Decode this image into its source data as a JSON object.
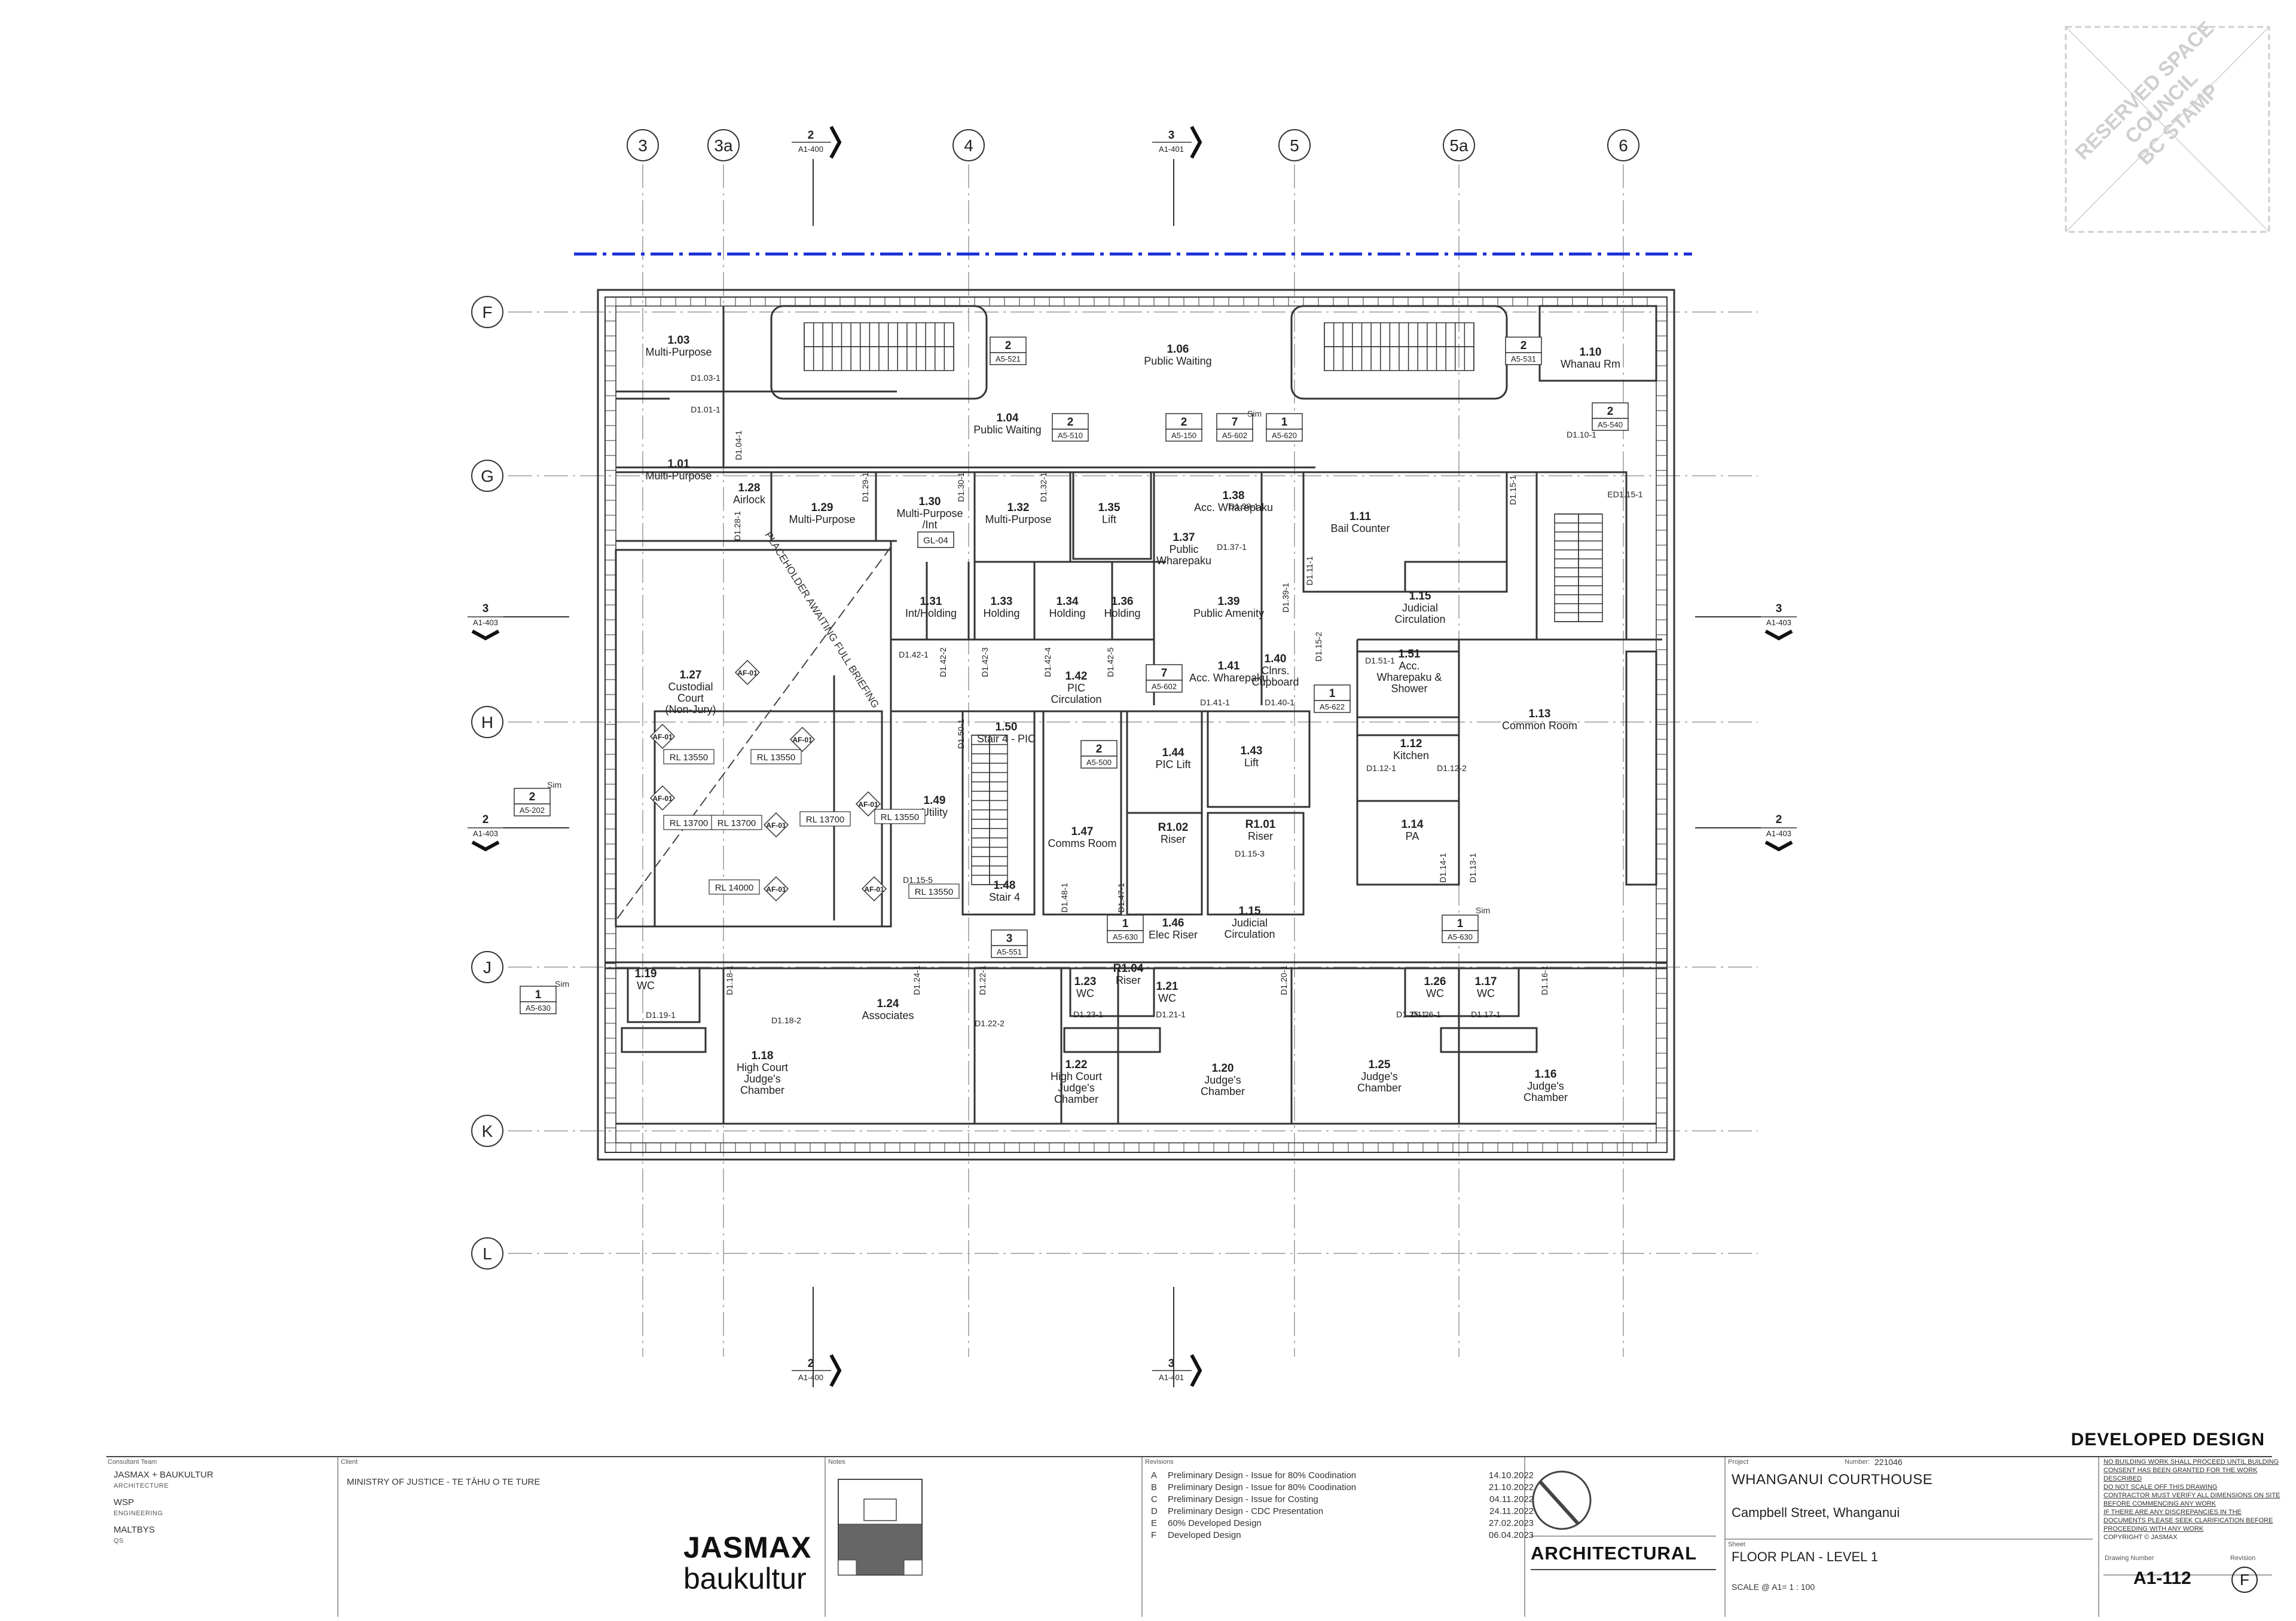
{
  "grid": {
    "columns": [
      "3",
      "3a",
      "4",
      "5",
      "5a",
      "6"
    ],
    "rows": [
      "F",
      "G",
      "H",
      "J",
      "K",
      "L"
    ]
  },
  "section_markers": {
    "top": [
      {
        "num": "2",
        "ref": "A1-400"
      },
      {
        "num": "3",
        "ref": "A1-401"
      }
    ],
    "bottom": [
      {
        "num": "2",
        "ref": "A1-400"
      },
      {
        "num": "3",
        "ref": "A1-401"
      }
    ],
    "left": [
      {
        "num": "3",
        "ref": "A1-403"
      },
      {
        "num": "2",
        "ref": "A1-403"
      }
    ],
    "right": [
      {
        "num": "3",
        "ref": "A1-403"
      },
      {
        "num": "2",
        "ref": "A1-403"
      }
    ]
  },
  "rooms": [
    {
      "num": "1.03",
      "name": "Multi-Purpose"
    },
    {
      "num": "1.06",
      "name": "Public Waiting"
    },
    {
      "num": "1.10",
      "name": "Whanau Rm"
    },
    {
      "num": "1.04",
      "name": "Public Waiting"
    },
    {
      "num": "1.01",
      "name": "Multi-Purpose"
    },
    {
      "num": "1.28",
      "name": "Airlock"
    },
    {
      "num": "1.29",
      "name": "Multi-Purpose"
    },
    {
      "num": "1.30",
      "name": "Multi-Purpose /Int"
    },
    {
      "num": "1.32",
      "name": "Multi-Purpose"
    },
    {
      "num": "1.35",
      "name": "Lift"
    },
    {
      "num": "1.38",
      "name": "Acc. Wharepaku"
    },
    {
      "num": "1.37",
      "name": "Public Wharepaku"
    },
    {
      "num": "1.11",
      "name": "Bail Counter"
    },
    {
      "num": "1.31",
      "name": "Int/Holding"
    },
    {
      "num": "1.33",
      "name": "Holding"
    },
    {
      "num": "1.34",
      "name": "Holding"
    },
    {
      "num": "1.36",
      "name": "Holding"
    },
    {
      "num": "1.39",
      "name": "Public Amenity"
    },
    {
      "num": "1.15",
      "name": "Judicial Circulation"
    },
    {
      "num": "1.27",
      "name": "Custodial Court (Non-Jury)"
    },
    {
      "num": "1.42",
      "name": "PIC Circulation"
    },
    {
      "num": "1.41",
      "name": "Acc. Wharepaku"
    },
    {
      "num": "1.40",
      "name": "Clnrs. Cupboard"
    },
    {
      "num": "1.51",
      "name": "Acc. Wharepaku & Shower"
    },
    {
      "num": "1.13",
      "name": "Common Room"
    },
    {
      "num": "1.50",
      "name": "Stair 4 - PIC"
    },
    {
      "num": "1.44",
      "name": "PIC Lift"
    },
    {
      "num": "1.43",
      "name": "Lift"
    },
    {
      "num": "1.12",
      "name": "Kitchen"
    },
    {
      "num": "1.49",
      "name": "Utility"
    },
    {
      "num": "1.47",
      "name": "Comms Room"
    },
    {
      "num": "R1.02",
      "name": "Riser"
    },
    {
      "num": "R1.01",
      "name": "Riser"
    },
    {
      "num": "1.14",
      "name": "PA"
    },
    {
      "num": "1.48",
      "name": "Stair 4"
    },
    {
      "num": "1.46",
      "name": "Elec Riser"
    },
    {
      "num": "1.15",
      "name": "Judicial Circulation"
    },
    {
      "num": "1.19",
      "name": "WC"
    },
    {
      "num": "1.24",
      "name": "Associates"
    },
    {
      "num": "1.23",
      "name": "WC"
    },
    {
      "num": "R1.04",
      "name": "Riser"
    },
    {
      "num": "1.21",
      "name": "WC"
    },
    {
      "num": "1.26",
      "name": "WC"
    },
    {
      "num": "1.17",
      "name": "WC"
    },
    {
      "num": "1.18",
      "name": "High Court Judge's Chamber"
    },
    {
      "num": "1.22",
      "name": "High Court Judge's Chamber"
    },
    {
      "num": "1.20",
      "name": "Judge's Chamber"
    },
    {
      "num": "1.25",
      "name": "Judge's Chamber"
    },
    {
      "num": "1.16",
      "name": "Judge's Chamber"
    }
  ],
  "detail_tags": [
    {
      "num": "2",
      "ref": "A5-521"
    },
    {
      "num": "2",
      "ref": "A5-531"
    },
    {
      "num": "2",
      "ref": "A5-510"
    },
    {
      "num": "2",
      "ref": "A5-150"
    },
    {
      "num": "7",
      "ref": "A5-602"
    },
    {
      "num": "1",
      "ref": "A5-620"
    },
    {
      "num": "2",
      "ref": "A5-540"
    },
    {
      "num": "7",
      "ref": "A5-602"
    },
    {
      "num": "1",
      "ref": "A5-622"
    },
    {
      "num": "2",
      "ref": "A5-500"
    },
    {
      "num": "2",
      "ref": "A5-202"
    },
    {
      "num": "3",
      "ref": "A5-551"
    },
    {
      "num": "1",
      "ref": "A5-630"
    },
    {
      "num": "1",
      "ref": "A5-630"
    },
    {
      "num": "1",
      "ref": "A5-630"
    }
  ],
  "door_tags": [
    "D1.03-1",
    "D1.01-1",
    "D1.04-1",
    "D1.10-1",
    "D1.15-1",
    "ED1.15-1",
    "D1.28-1",
    "D1.29-1",
    "D1.30-1",
    "D1.32-1",
    "D1.38-1",
    "D1.37-1",
    "D1.11-1",
    "D1.39-1",
    "D1.42-1",
    "D1.42-2",
    "D1.42-3",
    "D1.42-4",
    "D1.42-5",
    "D1.41-1",
    "D1.40-1",
    "D1.51-1",
    "D1.15-2",
    "D1.12-1",
    "D1.12-2",
    "D1.50-1",
    "D1.15-3",
    "D1.15-5",
    "D1.48-1",
    "D1.47-1",
    "D1.14-1",
    "D1.13-1",
    "D1.19-1",
    "D1.18-1",
    "D1.24-1",
    "D1.22-1",
    "D1.18-2",
    "D1.22-2",
    "D1.23-1",
    "D1.21-1",
    "D1.20-1",
    "D1.26-1",
    "D1.17-1",
    "D1.16-1",
    "D1.25-1"
  ],
  "level_tags": [
    "RL 13550",
    "RL 13550",
    "RL 13550",
    "RL 13700",
    "RL 13700",
    "RL 13700",
    "RL 14000",
    "RL 13550"
  ],
  "af_tags": [
    "AF-01",
    "AF-01",
    "AF-01",
    "AF-01",
    "AF-01",
    "AF-01",
    "AF-01",
    "AF-01"
  ],
  "misc_labels": {
    "gl": "GL-04",
    "placeholder": "PLACEHOLDER AWAITING FULL BRIEFING",
    "sim": "Sim"
  },
  "stamp": {
    "lines": [
      "RESERVED SPACE",
      "COUNCIL",
      "BC STAMP"
    ]
  },
  "titleblock": {
    "status": "DEVELOPED DESIGN",
    "consultant_head": "Consultant Team",
    "consultants": [
      {
        "name": "JASMAX + BAUKULTUR",
        "role": "ARCHITECTURE"
      },
      {
        "name": "WSP",
        "role": "ENGINEERING"
      },
      {
        "name": "MALTBYS",
        "role": "QS"
      }
    ],
    "client_head": "Client",
    "client": "MINISTRY OF JUSTICE - TE TĀHU O TE TURE",
    "notes_head": "Notes",
    "logo_line1": "JASMAX",
    "logo_line2": "baukultur",
    "revisions_head": "Revisions",
    "revisions": [
      {
        "code": "A",
        "desc": "Preliminary Design - Issue for 80% Coodination",
        "date": "14.10.2022"
      },
      {
        "code": "B",
        "desc": "Preliminary Design - Issue for 80% Coodination",
        "date": "21.10.2022"
      },
      {
        "code": "C",
        "desc": "Preliminary Design - Issue for Costing",
        "date": "04.11.2022"
      },
      {
        "code": "D",
        "desc": "Preliminary Design - CDC Presentation",
        "date": "24.11.2022"
      },
      {
        "code": "E",
        "desc": "60% Developed Design",
        "date": "27.02.2023"
      },
      {
        "code": "F",
        "desc": "Developed Design",
        "date": "06.04.2023"
      }
    ],
    "discipline": "ARCHITECTURAL",
    "project_head": "Project",
    "number_head": "Number:",
    "project_number": "221046",
    "project_name": "WHANGANUI COURTHOUSE",
    "project_address": "Campbell Street, Whanganui",
    "sheet_head": "Sheet",
    "sheet_name": "FLOOR PLAN - LEVEL 1",
    "scale": "SCALE @ A1=   1 : 100",
    "notes": [
      "NO BUILDING WORK SHALL PROCEED UNTIL BUILDING CONSENT HAS BEEN GRANTED FOR THE WORK DESCRIBED",
      "DO NOT SCALE OFF THIS DRAWING",
      "CONTRACTOR MUST VERIFY ALL DIMENSIONS ON SITE BEFORE COMMENCING ANY WORK",
      "IF THERE ARE ANY DISCREPANCIES IN THE DOCUMENTS PLEASE SEEK CLARIFICATION BEFORE PROCEEDING WITH ANY WORK",
      "COPYRIGHT © JASMAX"
    ],
    "drawing_number_head": "Drawing Number",
    "revision_head": "Revision",
    "drawing_number": "A1-112",
    "revision": "F"
  },
  "colors": {
    "line": "#333333",
    "grid": "#999999",
    "boundary": "#1a2fd6",
    "stamp": "#cfcfcf"
  }
}
